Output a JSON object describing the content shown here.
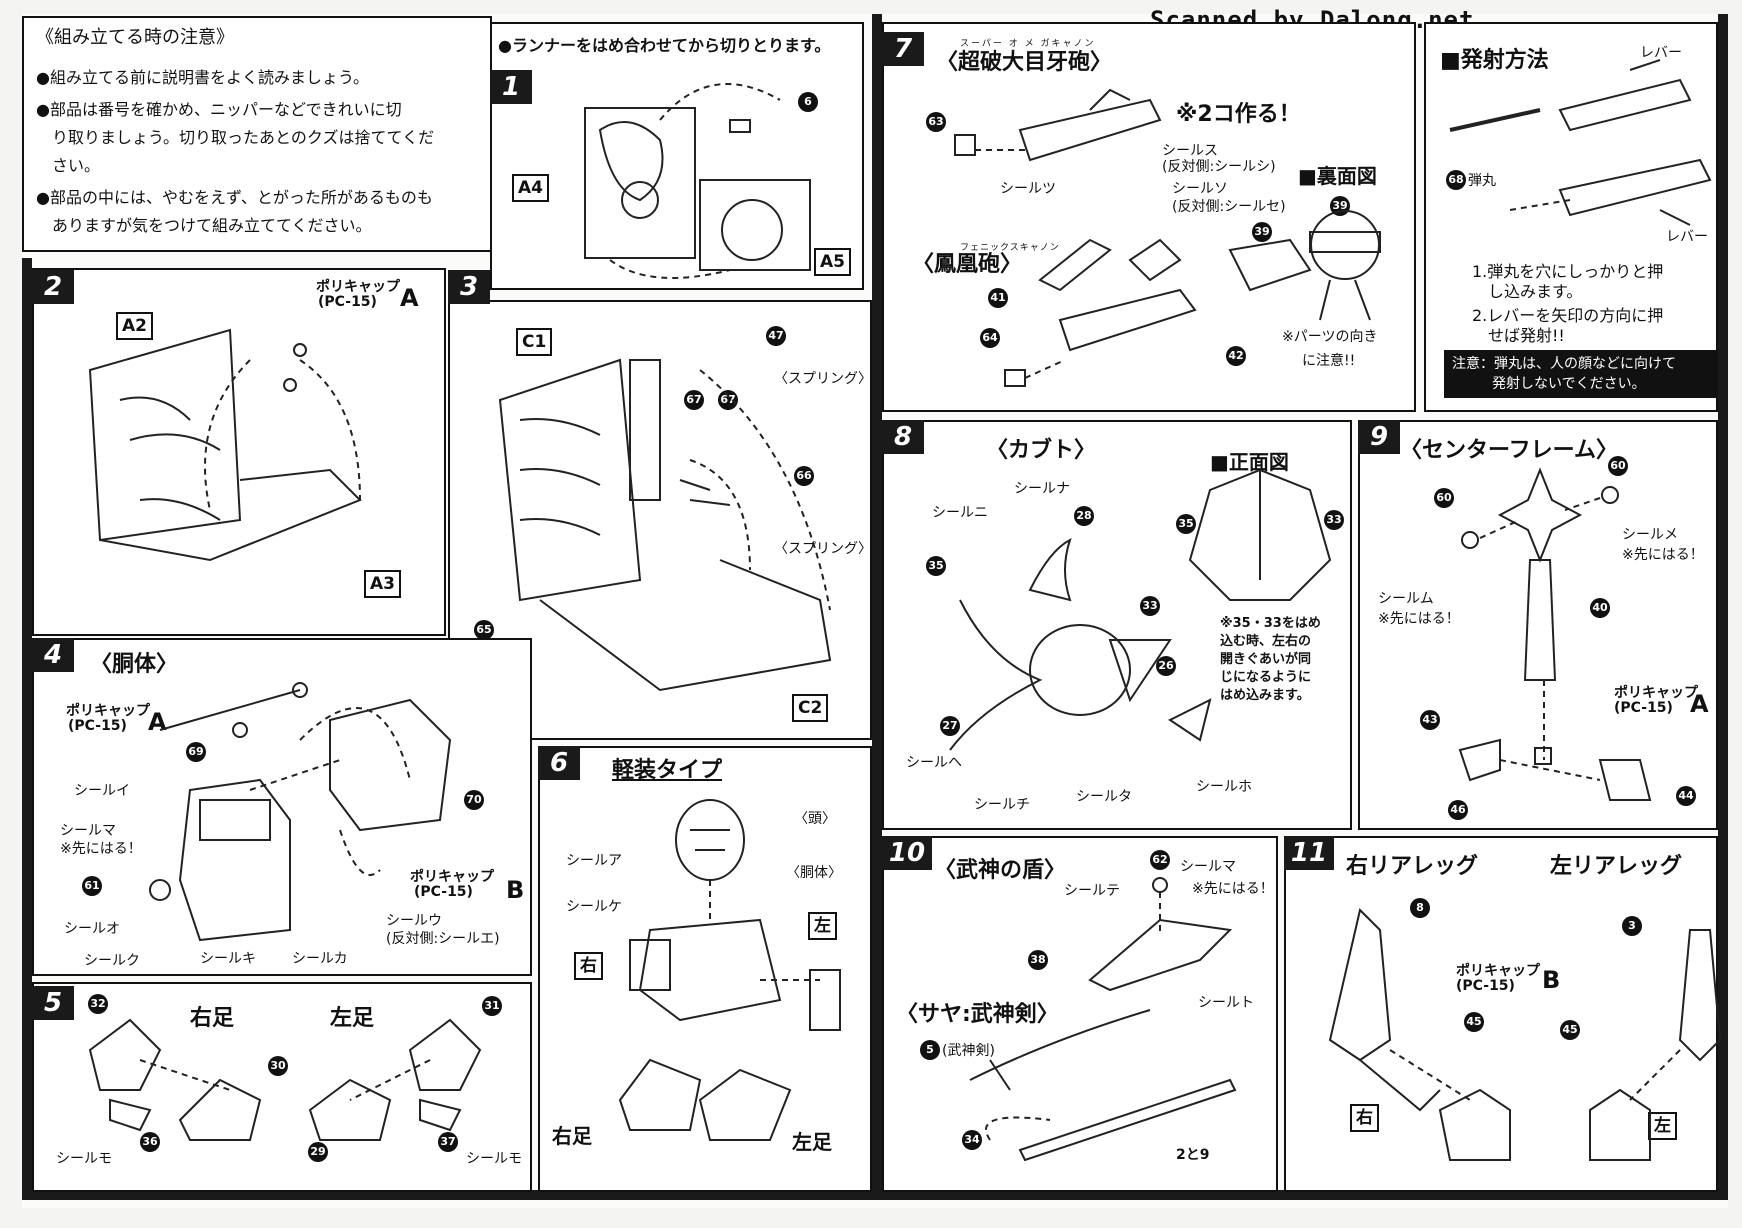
{
  "scan_credit": "Scanned by Dalong.net",
  "notes": {
    "title": "《組み立てる時の注意》",
    "lines": [
      "●組み立てる前に説明書をよく読みましょう。",
      "●部品は番号を確かめ、ニッパーなどできれいに切",
      "　り取りましょう。切り取ったあとのクズは捨ててくだ",
      "　さい。",
      "●部品の中には、やむをえず、とがった所があるものも",
      "　ありますが気をつけて組み立ててください。"
    ]
  },
  "runner_note": "●ランナーをはめ合わせてから切りとります。",
  "steps": {
    "s1": {
      "num": "1",
      "boxes": [
        "A4",
        "A5"
      ],
      "parts": [
        "6"
      ]
    },
    "s2": {
      "num": "2",
      "boxes": [
        "A2",
        "A3"
      ],
      "polycap_label": "ポリキャップ",
      "polycap_code": "(PC-15)",
      "polycap_letter": "A"
    },
    "s3": {
      "num": "3",
      "boxes": [
        "C1",
        "C2"
      ],
      "spring1": "〈スプリング〉",
      "spring2": "〈スプリング〉",
      "parts": [
        "47",
        "67",
        "67",
        "66",
        "65",
        "65"
      ]
    },
    "s4": {
      "num": "4",
      "title": "〈胴体〉",
      "polycap_label": "ポリキャップ",
      "polycap_code": "(PC-15)",
      "polycap_letter_a": "A",
      "polycap_letter_b": "B",
      "labels": [
        "シールイ",
        "シールマ",
        "※先にはる！",
        "シールオ",
        "シールク",
        "シールキ",
        "シールカ",
        "シールウ",
        "(反対側:シールエ)"
      ],
      "parts": [
        "69",
        "70",
        "61"
      ]
    },
    "s5": {
      "num": "5",
      "right_foot": "右足",
      "left_foot": "左足",
      "labels": [
        "シールモ",
        "シールモ"
      ],
      "parts": [
        "32",
        "30",
        "36",
        "31",
        "29",
        "37"
      ]
    },
    "s6": {
      "num": "6",
      "title": "軽装タイプ",
      "labels": [
        "〈頭〉",
        "〈胴体〉",
        "シールア",
        "シールケ",
        "右",
        "左",
        "右足",
        "左足"
      ]
    },
    "s7": {
      "num": "7",
      "title": "〈超破大目牙砲〉",
      "ruby": "スーパー オ メ ガキャノン",
      "make_two": "※2コ作る！",
      "phoenix_title": "〈鳳凰砲〉",
      "phoenix_ruby": "フェニックスキャノン",
      "back_view": "■裏面図",
      "labels": [
        "シールツ",
        "シールス",
        "(反対側:シールシ)",
        "シールソ",
        "(反対側:シールセ)",
        "※パーツの向き",
        "に注意!!"
      ],
      "parts": [
        "63",
        "41",
        "64",
        "39",
        "42",
        "39"
      ]
    },
    "fire": {
      "title": "■発射方法",
      "lever1": "レバー",
      "lever2": "レバー",
      "bullet": "弾丸",
      "instructions": [
        "1.弾丸を穴にしっかりと押",
        "　し込みます。",
        "2.レバーを矢印の方向に押",
        "　せば発射!!"
      ],
      "warning": "注意：弾丸は、人の顔などに向けて",
      "warning2": "発射しないでください。",
      "parts": [
        "68"
      ]
    },
    "s8": {
      "num": "8",
      "title": "〈カブト〉",
      "front_view": "■正面図",
      "labels": [
        "シールナ",
        "シールニ",
        "シールヘ",
        "シールチ",
        "シールタ",
        "シールホ"
      ],
      "note": [
        "※35・33をはめ",
        "込む時、左右の",
        "開きぐあいが同",
        "じになるように",
        "はめ込みます。"
      ],
      "parts": [
        "28",
        "35",
        "33",
        "27",
        "26",
        "35",
        "33"
      ]
    },
    "s9": {
      "num": "9",
      "title": "〈センターフレーム〉",
      "labels": [
        "シールメ",
        "※先にはる！",
        "シールム",
        "※先にはる！"
      ],
      "polycap_label": "ポリキャップ",
      "polycap_code": "(PC-15)",
      "polycap_letter": "A",
      "parts": [
        "60",
        "60",
        "40",
        "43",
        "46",
        "44"
      ]
    },
    "s10": {
      "num": "10",
      "title": "〈武神の盾〉",
      "sheath_title": "〈サヤ:武神剣〉",
      "labels": [
        "シールテ",
        "シールマ",
        "※先にはる！",
        "シールト",
        "(武神剣)",
        "2と9"
      ],
      "parts": [
        "62",
        "38",
        "5",
        "34"
      ]
    },
    "s11": {
      "num": "11",
      "right_rear": "右リアレッグ",
      "left_rear": "左リアレッグ",
      "polycap_label": "ポリキャップ",
      "polycap_code": "(PC-15)",
      "polycap_letter": "B",
      "right": "右",
      "left": "左",
      "parts": [
        "8",
        "3",
        "45",
        "45"
      ]
    }
  }
}
